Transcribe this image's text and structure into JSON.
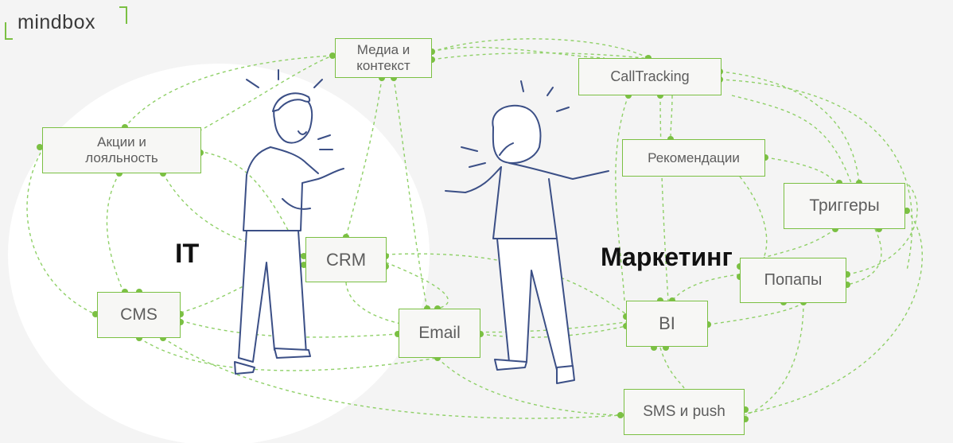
{
  "logo": {
    "text": "mindbox"
  },
  "labels": {
    "it": "IT",
    "marketing": "Маркетинг"
  },
  "nodes": {
    "media": "Медиа и\nконтекст",
    "calltracking": "CallTracking",
    "promo": "Акции и\nлояльность",
    "recommend": "Рекомендации",
    "triggers": "Триггеры",
    "crm": "CRM",
    "popups": "Попапы",
    "cms": "CMS",
    "email": "Email",
    "bi": "BI",
    "sms": "SMS и push"
  },
  "colors": {
    "accent": "#7bc043",
    "line": "#8fd067",
    "sketch": "#3b4f86"
  },
  "characters": [
    "it-man-arguing",
    "marketing-woman-arguing"
  ]
}
